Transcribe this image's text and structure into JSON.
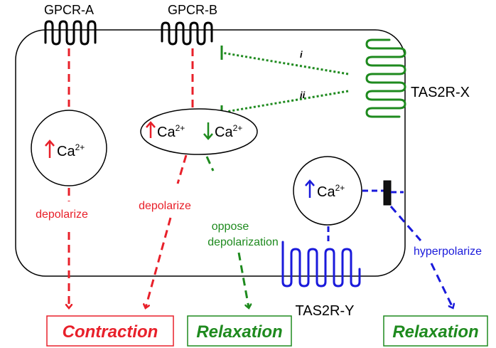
{
  "receptors": {
    "gpcr_a": "GPCR-A",
    "gpcr_b": "GPCR-B",
    "tas2r_x": "TAS2R-X",
    "tas2r_y": "TAS2R-Y"
  },
  "calcium": {
    "ca_a": {
      "arrow": "up",
      "ion": "Ca",
      "charge": "2+"
    },
    "ca_b_up": {
      "arrow": "up",
      "ion": "Ca",
      "charge": "2+"
    },
    "ca_b_down": {
      "arrow": "down",
      "ion": "Ca",
      "charge": "2+"
    },
    "ca_y": {
      "arrow": "up",
      "ion": "Ca",
      "charge": "2+"
    }
  },
  "inhibition_labels": {
    "i": "i",
    "ii": "ii"
  },
  "pathway_labels": {
    "depolarize_a": "depolarize",
    "depolarize_b": "depolarize",
    "oppose_line1": "oppose",
    "oppose_line2": "depolarization",
    "hyperpolarize": "hyperpolarize"
  },
  "outcomes": {
    "contraction": "Contraction",
    "relaxation_1": "Relaxation",
    "relaxation_2": "Relaxation"
  },
  "colors": {
    "red": "#e8202a",
    "green": "#1e8a1e",
    "blue": "#1a1adb",
    "black": "#000000"
  }
}
